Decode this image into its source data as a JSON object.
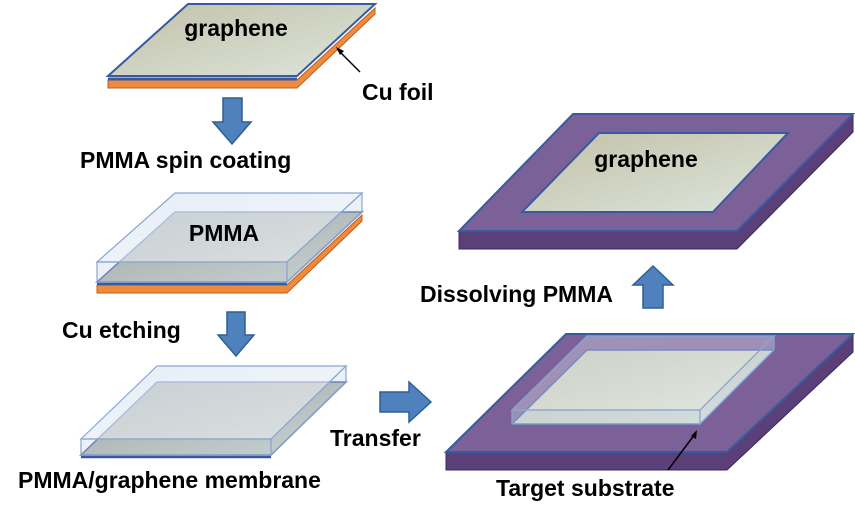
{
  "labels": {
    "graphene_top": "graphene",
    "cu_foil": "Cu foil",
    "pmma_spin_coating": "PMMA spin coating",
    "pmma": "PMMA",
    "cu_etching": "Cu etching",
    "membrane": "PMMA/graphene membrane",
    "transfer": "Transfer",
    "target_substrate": "Target substrate",
    "dissolving_pmma": "Dissolving PMMA",
    "graphene_final": "graphene"
  },
  "colors": {
    "cu": "#f08a3c",
    "graphene_top": "#c9c8b0",
    "graphene_bottom": "#d9e2d8",
    "edge_blue": "#3a5aa0",
    "arrow_fill": "#4f81bd",
    "arrow_stroke": "#2f5f97",
    "substrate_top": "#7c6098",
    "substrate_side": "#5a3f78",
    "pmma_film": "#c9d8ec"
  }
}
